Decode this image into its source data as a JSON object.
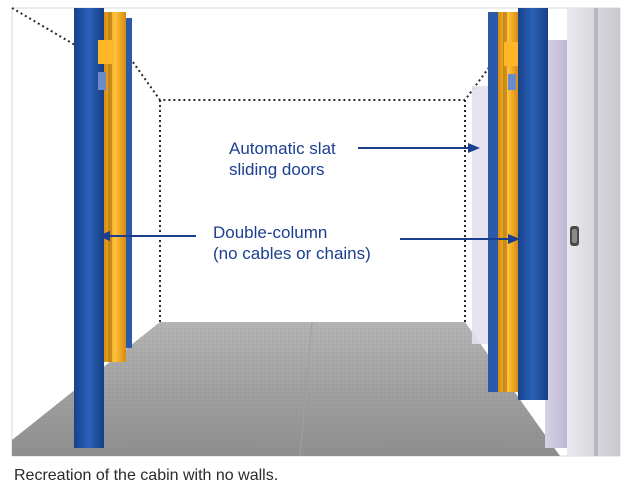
{
  "labels": {
    "doors_line1": "Automatic slat",
    "doors_line2": "sliding doors",
    "columns_line1": "Double-column",
    "columns_line2": "(no cables or chains)"
  },
  "caption": "Recreation of the cabin with no walls.",
  "colors": {
    "column_blue": "#1f4f9e",
    "rail_yellow": "#f2a91c",
    "label_blue": "#1b3f8f",
    "floor_gray": "#9a9a9a",
    "door_lavender": "#c9c3dc"
  }
}
